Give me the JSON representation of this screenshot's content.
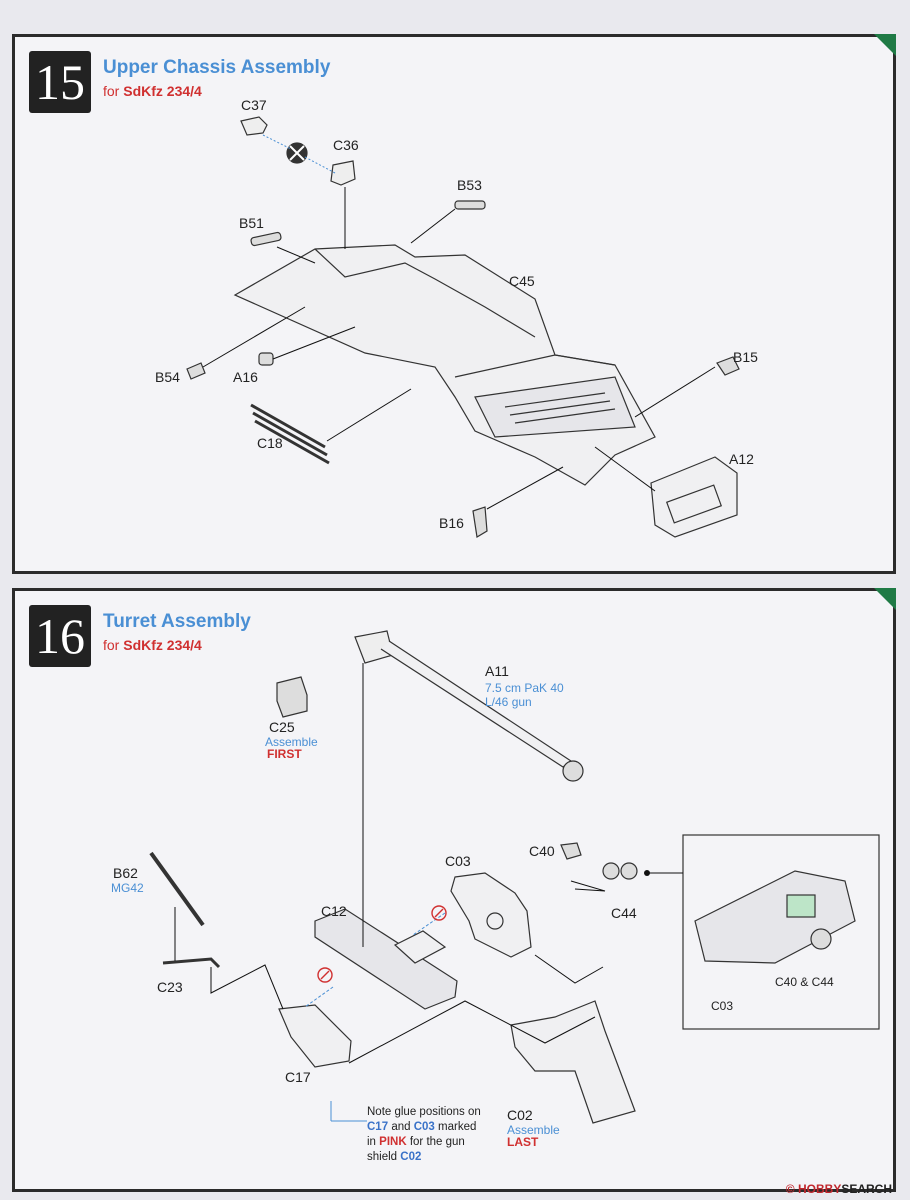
{
  "step15": {
    "number": "15",
    "title": "Upper Chassis Assembly",
    "for_prefix": "for",
    "variant": "SdKfz 234/4",
    "parts": [
      "C37",
      "C36",
      "B53",
      "B51",
      "C45",
      "B54",
      "A16",
      "C18",
      "B15",
      "A12",
      "B16"
    ]
  },
  "step16": {
    "number": "16",
    "title": "Turret Assembly",
    "for_prefix": "for",
    "variant": "SdKfz 234/4",
    "a11": {
      "code": "A11",
      "desc1": "7.5 cm PaK 40",
      "desc2": "L/46 gun"
    },
    "c25": {
      "code": "C25",
      "note": "Assemble",
      "order": "FIRST"
    },
    "b62": {
      "code": "B62",
      "desc": "MG42"
    },
    "c03": "C03",
    "c40": "C40",
    "c44": "C44",
    "c12": "C12",
    "c23": "C23",
    "c17": "C17",
    "c02": {
      "code": "C02",
      "note": "Assemble",
      "order": "LAST"
    },
    "inset": {
      "c03": "C03",
      "c40_c44": "C40 & C44"
    },
    "glue_note": {
      "l1": "Note glue positions on",
      "c17": "C17",
      "and": "and",
      "c03": "C03",
      "marked": "marked",
      "in": "in",
      "pink": "PINK",
      "forgun": "for the gun",
      "shield": "shield",
      "c02": "C02"
    }
  },
  "watermark": {
    "brand": "HOBBY",
    "rest": "SEARCH",
    "mark": "©"
  },
  "colors": {
    "title_blue": "#4a8fd4",
    "variant_red": "#d03030",
    "corner_green": "#1f7a45"
  }
}
